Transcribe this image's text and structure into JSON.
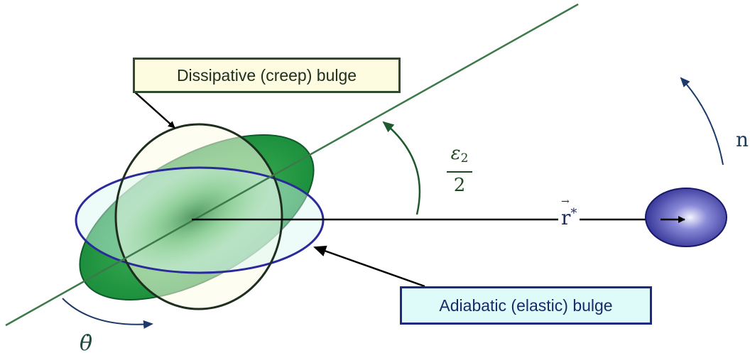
{
  "diagram": {
    "creep_bulge_label": "Dissipative (creep) bulge",
    "elastic_bulge_label": "Adiabatic (elastic) bulge",
    "angle_label": {
      "symbol": "ε",
      "subscript": "2",
      "denominator": "2"
    },
    "mean_motion_label": "n",
    "position_vector_label": {
      "symbol": "r",
      "superscript": "*"
    },
    "rotation_label": "θ̇",
    "colors": {
      "creep_bulge_fill": "#2a9a48",
      "elastic_bulge_outline": "#2a2a9a",
      "axis_line": "#3c7a4a",
      "companion_body": "#3a3aa0",
      "creep_box_border": "#2f4a2f",
      "elastic_box_border": "#1d2a80"
    }
  }
}
